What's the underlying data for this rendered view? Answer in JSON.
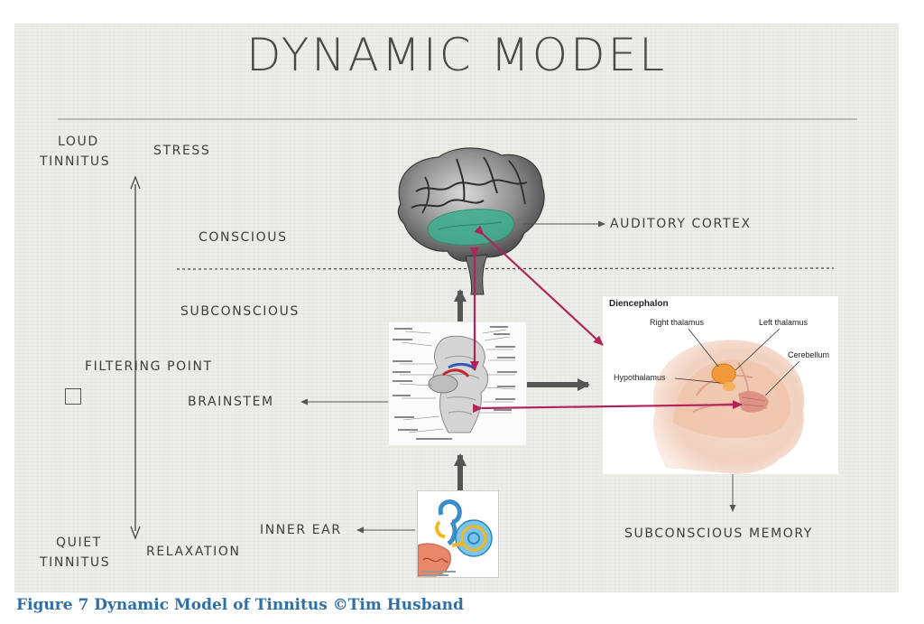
{
  "title": "DYNAMIC MODEL",
  "labels": {
    "loud_tinnitus_1": "LOUD",
    "loud_tinnitus_2": "TINNITUS",
    "stress": "STRESS",
    "conscious": "CONSCIOUS",
    "subconscious": "SUBCONSCIOUS",
    "filtering_point": "FILTERING POINT",
    "brainstem": "BRAINSTEM",
    "inner_ear": "INNER EAR",
    "quiet_tinnitus_1": "QUIET",
    "quiet_tinnitus_2": "TINNITUS",
    "relaxation": "RELAXATION",
    "auditory_cortex": "AUDITORY CORTEX",
    "subconscious_memory": "SUBCONSCIOUS MEMORY"
  },
  "diencephalon": {
    "title": "Diencephalon",
    "right_thalamus": "Right thalamus",
    "left_thalamus": "Left thalamus",
    "cerebellum": "Cerebellum",
    "hypothalamus": "Hypothalamus"
  },
  "caption": "Figure 7 Dynamic Model of Tinnitus ©Tim Husband",
  "colors": {
    "slide_bg": "#ecece9",
    "crimson_arrow": "#b0245a",
    "gray_arrow": "#555555",
    "caption": "#2f6fa8",
    "cortex_highlight": "#3fae8e"
  }
}
